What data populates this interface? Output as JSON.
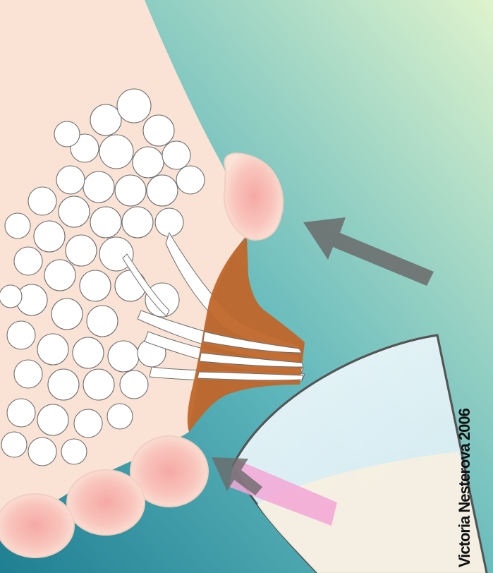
{
  "credit": "Victoria Nesterova 2006",
  "colors": {
    "background_start": "#2f8f9e",
    "background_end": "#d6f0c8",
    "skin": "#fae3d5",
    "fingertip": "#f7b9b0",
    "areola": "#c0662a",
    "arrow": "#6b6b6b",
    "cup_liquid": "#f6efe0",
    "cup_rim": "#4a4a4a"
  },
  "icons": [
    "breast-tissue",
    "hand-fingers",
    "expression-arrow",
    "milk-cup"
  ]
}
